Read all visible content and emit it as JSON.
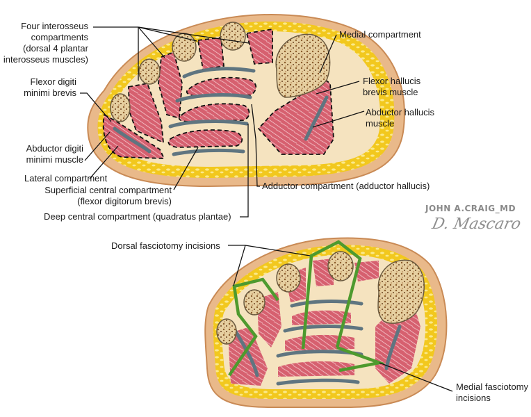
{
  "figure": {
    "top_section": {
      "labels": {
        "interosseus_1": "Four interosseus",
        "interosseus_2": "compartments",
        "interosseus_3": "(dorsal 4 plantar",
        "interosseus_4": "interosseus muscles)",
        "fdmb_1": "Flexor digiti",
        "fdmb_2": "minimi brevis",
        "adm_1": "Abductor digiti",
        "adm_2": "minimi muscle",
        "lateral": "Lateral compartment",
        "superficial_1": "Superficial central compartment",
        "superficial_2": "(flexor digitorum brevis)",
        "deep": "Deep central compartment (quadratus plantae)",
        "medial": "Medial compartment",
        "fhb_1": "Flexor hallucis",
        "fhb_2": "brevis muscle",
        "ah_1": "Abductor hallucis",
        "ah_2": "muscle",
        "adductor": "Adductor compartment (adductor hallucis)"
      }
    },
    "bottom_section": {
      "labels": {
        "dorsal": "Dorsal fasciotomy incisions",
        "medial_1": "Medial fasciotomy",
        "medial_2": "incisions"
      }
    },
    "signature": {
      "artist_1": "JOHN A.CRAIG_MD",
      "artist_2": "D. Mascaro"
    },
    "colors": {
      "skin": "#e9b98a",
      "skin_edge": "#c98a55",
      "fat": "#f2c81e",
      "muscle": "#d9667a",
      "bone": "#f3ead0",
      "bone_spots": "#8a5a2a",
      "tendon": "#5f7580",
      "incision": "#4e9a2e",
      "fascia": "#f5e3bf"
    }
  }
}
